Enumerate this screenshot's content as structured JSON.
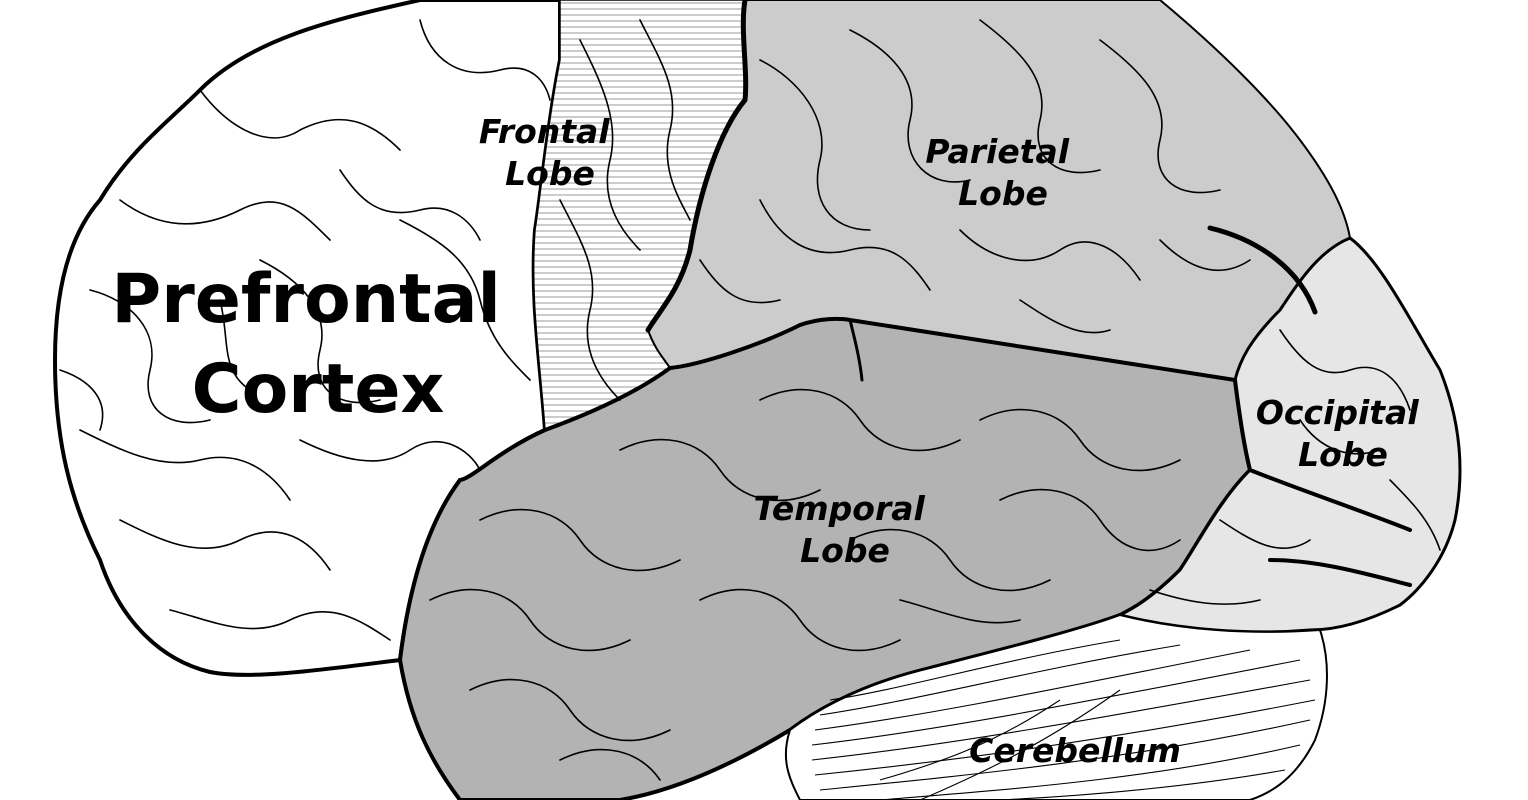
{
  "labels": {
    "prefrontal": {
      "line1": "Prefrontal",
      "line2": "Cortex"
    },
    "frontal": {
      "line1": "Frontal",
      "line2": "Lobe"
    },
    "parietal": {
      "line1": "Parietal",
      "line2": "Lobe"
    },
    "temporal": {
      "line1": "Temporal",
      "line2": "Lobe"
    },
    "occipital": {
      "line1": "Occipital",
      "line2": "Lobe"
    },
    "cerebellum": "Cerebellum"
  },
  "colors": {
    "prefrontal": "#ffffff",
    "frontal": "#ffffff",
    "parietal": "#cccccc",
    "temporal": "#b3b3b3",
    "occipital": "#e6e6e6",
    "cerebellum": "#ffffff",
    "outline": "#000000"
  }
}
